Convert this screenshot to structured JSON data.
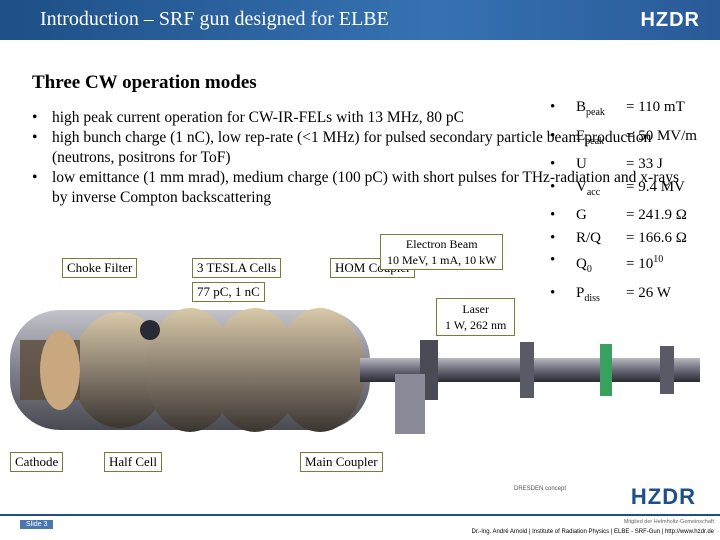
{
  "header": {
    "title": "Introduction – SRF gun designed for ELBE",
    "logo": "HZDR"
  },
  "section_title": "Three CW operation modes",
  "modes": [
    "high peak current operation for CW-IR-FELs with 13 MHz, 80 pC",
    "high bunch charge (1 nC), low rep-rate (<1 MHz) for pulsed secondary particle beam production (neutrons, positrons for ToF)",
    "low emittance (1 mm mrad), medium charge (100 pC) with short pulses for THz-radiation and x-rays by inverse Compton backscattering"
  ],
  "params": [
    {
      "sym": "B",
      "sub": "peak",
      "sup": "",
      "value": "= 110 mT"
    },
    {
      "sym": "E",
      "sub": "peak",
      "sup": "",
      "value": "= 50 MV/m"
    },
    {
      "sym": "U",
      "sub": "",
      "sup": "",
      "value": "= 33 J"
    },
    {
      "sym": "V",
      "sub": "acc",
      "sup": "",
      "value": "= 9.4 MV"
    },
    {
      "sym": "G",
      "sub": "",
      "sup": "",
      "value": "= 241.9 Ω"
    },
    {
      "sym": "R/Q",
      "sub": "",
      "sup": "",
      "value": "= 166.6 Ω"
    },
    {
      "sym": "Q",
      "sub": "0",
      "sup": "",
      "value": "= 10",
      "value_sup": "10"
    },
    {
      "sym": "P",
      "sub": "diss",
      "sup": "",
      "value": "= 26 W"
    }
  ],
  "callouts": {
    "choke": "Choke Filter",
    "tesla": "3 TESLA Cells",
    "hom": "HOM Coupler",
    "charge": "77 pC, 1 nC",
    "cathode": "Cathode",
    "halfcell": "Half Cell",
    "maincoupler": "Main Coupler",
    "beam_title": "Electron Beam",
    "beam_spec": "10 MeV, 1 mA, 10 kW",
    "laser_title": "Laser",
    "laser_spec": "1 W, 262 nm"
  },
  "footer": {
    "slide": "Slide 3",
    "dresden": "DRESDEN concept",
    "logo": "HZDR",
    "member": "Mitglied der Helmholtz-Gemeinschaft",
    "credit": "Dr.-Ing. André Arnold | Institute of Radiation Physics | ELBE - SRF-Gun | http://www.hzdr.de"
  },
  "colors": {
    "header": "#2a5a98",
    "brand": "#1e4f86"
  }
}
